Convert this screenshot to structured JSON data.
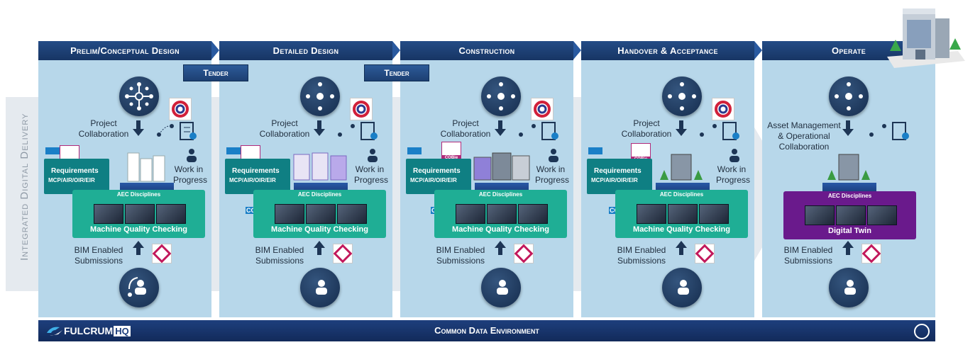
{
  "side_label": "Integrated Digital Delivery",
  "stages": [
    {
      "header": "Prelim/Conceptual Design",
      "collab": "Project\nCollaboration",
      "wip": "Work in\nProgress",
      "box_label": "Machine Quality Checking"
    },
    {
      "header": "Detailed Design",
      "collab": "Project\nCollaboration",
      "wip": "Work in\nProgress",
      "box_label": "Machine Quality Checking"
    },
    {
      "header": "Construction",
      "collab": "Project\nCollaboration",
      "wip": "Work in\nProgress",
      "box_label": "Machine Quality Checking"
    },
    {
      "header": "Handover & Acceptance",
      "collab": "Project\nCollaboration",
      "wip": "Work in\nProgress",
      "box_label": "Machine Quality Checking"
    },
    {
      "header": "Operate",
      "collab": "Asset Management\n& Operational\nCollaboration",
      "wip": "",
      "box_label": "Digital Twin"
    }
  ],
  "tender_label": "Tender",
  "requirements": {
    "title": "Requirements",
    "subtitle": "MCP/AIR/OIR/EIR"
  },
  "aec_label": "AEC Disciplines",
  "bim_label": "BIM Enabled\nSubmissions",
  "cobie_label": "COBie",
  "cde": {
    "title": "Common Data Environment",
    "brand_left": "FULCRUM",
    "brand_right": "HQ"
  },
  "colors": {
    "header": "#1e3f7d",
    "panel": "#b7d7ea",
    "mqc": "#1fae95",
    "digital_twin": "#6a1a8c",
    "requirements": "#0f7f83"
  }
}
